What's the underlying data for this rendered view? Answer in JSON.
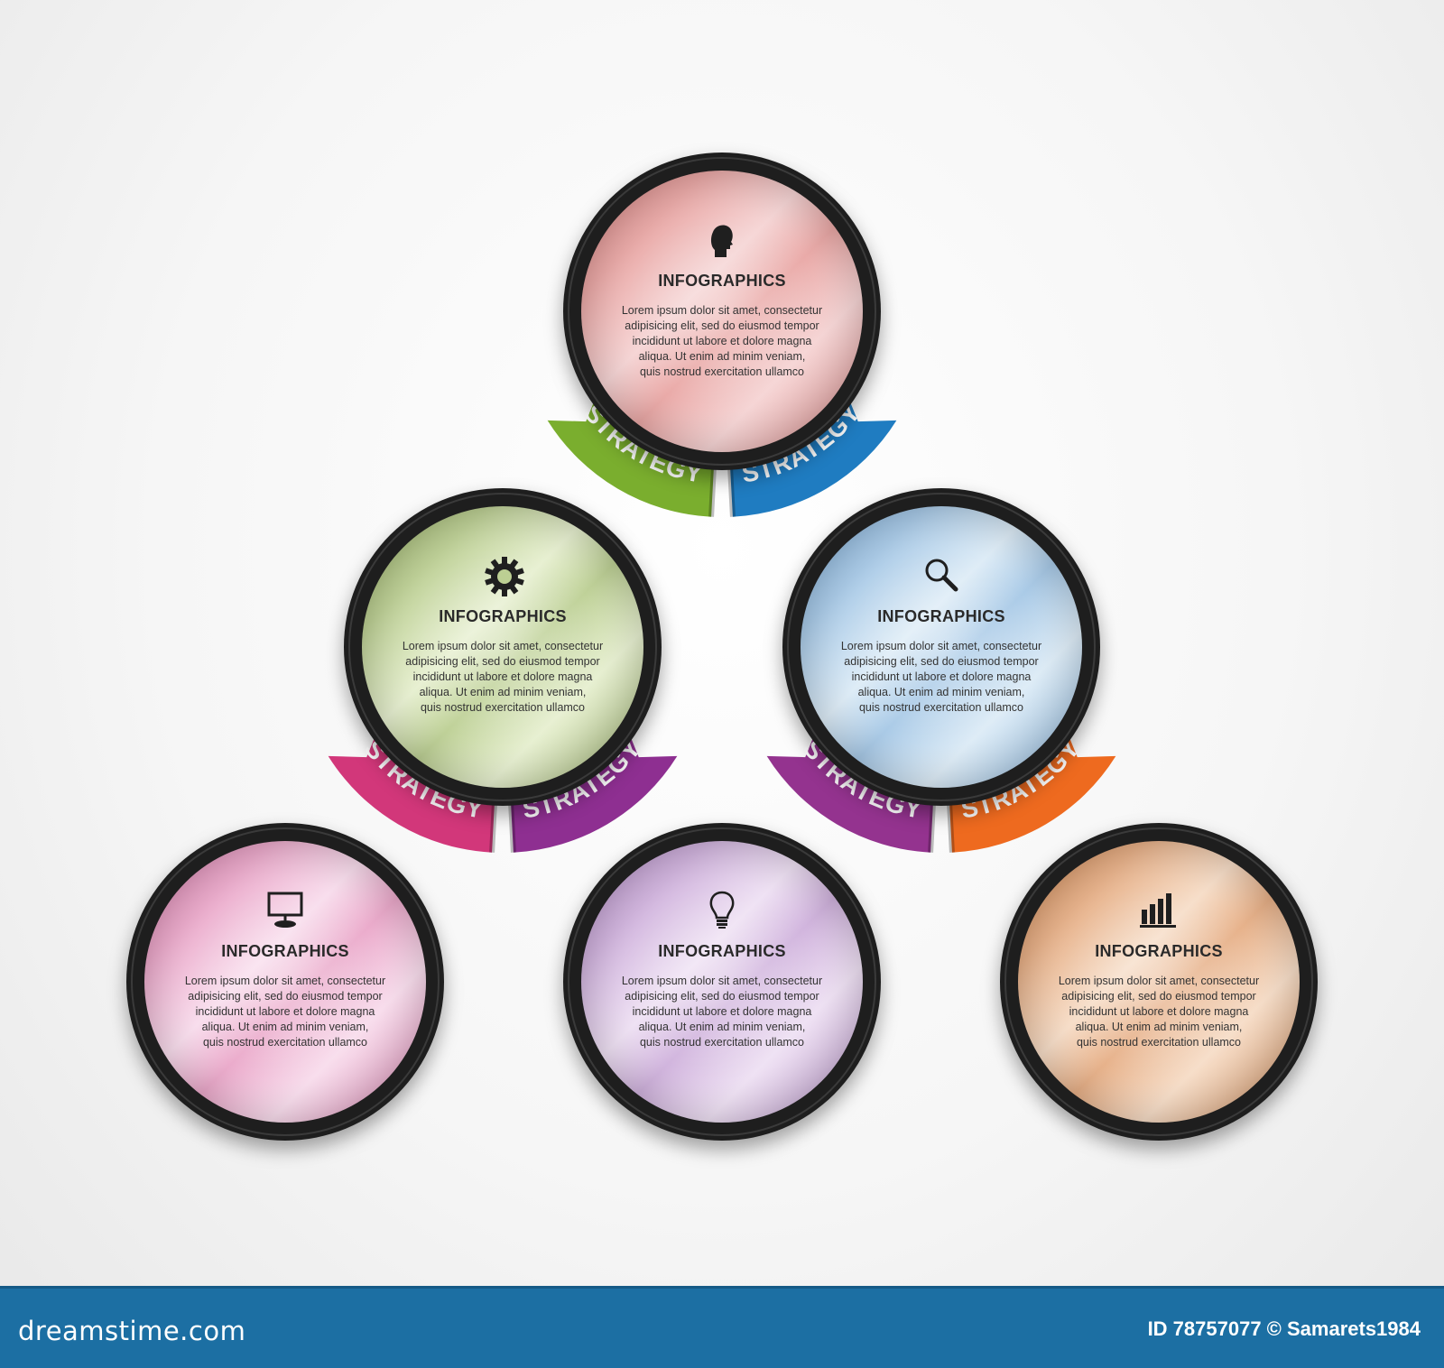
{
  "nodes": [
    {
      "id": "top",
      "icon": "person-head-icon",
      "title": "INFOGRAPHICS",
      "body": [
        "Lorem ipsum dolor sit amet, consectetur",
        "adipisicing elit, sed do eiusmod tempor",
        "incididunt ut labore et dolore magna",
        "aliqua. Ut enim ad minim veniam,",
        "quis nostrud exercitation ullamco"
      ],
      "color_light": "#f5d3d3",
      "color_mid": "#e9a6a4",
      "color_dark": "#d98987"
    },
    {
      "id": "mid-left",
      "icon": "gear-icon",
      "title": "INFOGRAPHICS",
      "body": [
        "Lorem ipsum dolor sit amet, consectetur",
        "adipisicing elit, sed do eiusmod tempor",
        "incididunt ut labore et dolore magna",
        "aliqua. Ut enim ad minim veniam,",
        "quis nostrud exercitation ullamco"
      ],
      "color_light": "#e6efcf",
      "color_mid": "#bccf93",
      "color_dark": "#9fb56f"
    },
    {
      "id": "mid-right",
      "icon": "magnifier-icon",
      "title": "INFOGRAPHICS",
      "body": [
        "Lorem ipsum dolor sit amet, consectetur",
        "adipisicing elit, sed do eiusmod tempor",
        "incididunt ut labore et dolore magna",
        "aliqua. Ut enim ad minim veniam,",
        "quis nostrud exercitation ullamco"
      ],
      "color_light": "#dcebf6",
      "color_mid": "#a6c8e6",
      "color_dark": "#86b3dc"
    },
    {
      "id": "bottom-left",
      "icon": "monitor-icon",
      "title": "INFOGRAPHICS",
      "body": [
        "Lorem ipsum dolor sit amet, consectetur",
        "adipisicing elit, sed do eiusmod tempor",
        "incididunt ut labore et dolore magna",
        "aliqua. Ut enim ad minim veniam,",
        "quis nostrud exercitation ullamco"
      ],
      "color_light": "#f8dcec",
      "color_mid": "#eaa7c9",
      "color_dark": "#dc86b2"
    },
    {
      "id": "bottom-center",
      "icon": "lightbulb-icon",
      "title": "INFOGRAPHICS",
      "body": [
        "Lorem ipsum dolor sit amet, consectetur",
        "adipisicing elit, sed do eiusmod tempor",
        "incididunt ut labore et dolore magna",
        "aliqua. Ut enim ad minim veniam,",
        "quis nostrud exercitation ullamco"
      ],
      "color_light": "#eee0f3",
      "color_mid": "#cfb1dc",
      "color_dark": "#b893c9"
    },
    {
      "id": "bottom-right",
      "icon": "bar-chart-icon",
      "title": "INFOGRAPHICS",
      "body": [
        "Lorem ipsum dolor sit amet, consectetur",
        "adipisicing elit, sed do eiusmod tempor",
        "incididunt ut labore et dolore magna",
        "aliqua. Ut enim ad minim veniam,",
        "quis nostrud exercitation ullamco"
      ],
      "color_light": "#f6dcc6",
      "color_mid": "#e6ae85",
      "color_dark": "#d38f5d"
    }
  ],
  "banners": [
    {
      "parent": "top",
      "side": "left",
      "label": "STRATEGY",
      "color": "#7aae2e"
    },
    {
      "parent": "top",
      "side": "right",
      "label": "STRATEGY",
      "color": "#1f7cc1"
    },
    {
      "parent": "mid-left",
      "side": "left",
      "label": "STRATEGY",
      "color": "#d2377a"
    },
    {
      "parent": "mid-left",
      "side": "right",
      "label": "STRATEGY",
      "color": "#8e2f91"
    },
    {
      "parent": "mid-right",
      "side": "left",
      "label": "STRATEGY",
      "color": "#94338f"
    },
    {
      "parent": "mid-right",
      "side": "right",
      "label": "STRATEGY",
      "color": "#ee6a1f"
    }
  ],
  "footer": {
    "logo": "dreamstime.com",
    "credit": "ID 78757077 © Samarets1984"
  }
}
